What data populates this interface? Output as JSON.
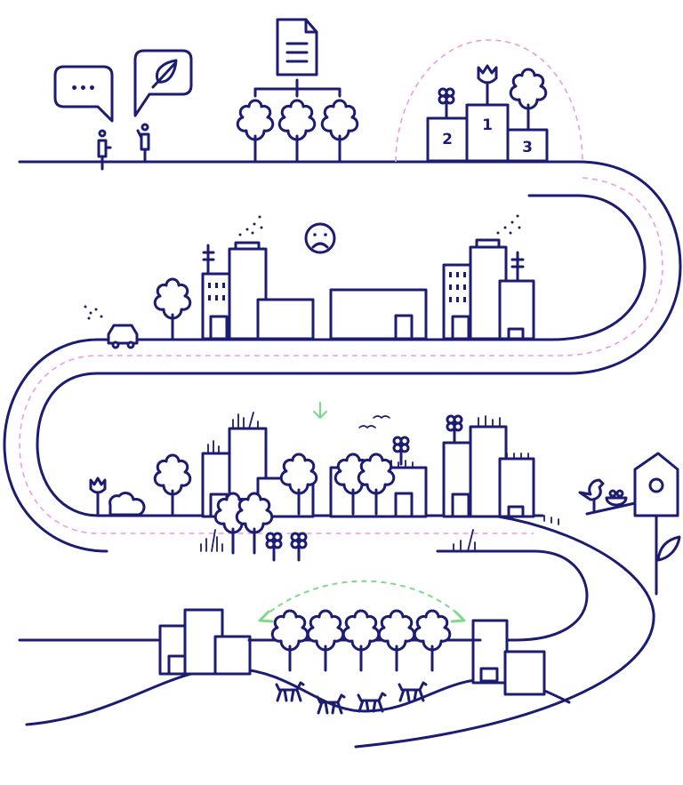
{
  "podium": {
    "first": "1",
    "second": "2",
    "third": "3"
  },
  "speech_bubble": {
    "text": "•••"
  },
  "colors": {
    "line": "#1c1c72",
    "route_dashed": "#ec9ce0",
    "connection_dashed": "#7fd98a"
  }
}
